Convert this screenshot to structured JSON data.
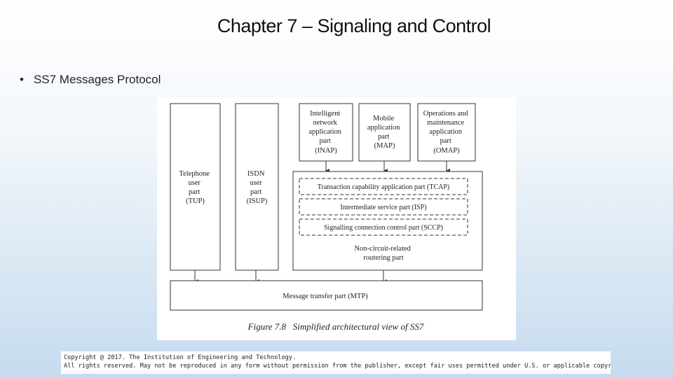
{
  "slide": {
    "title": "Chapter 7 – Signaling and Control",
    "bullet_marker": "•",
    "bullet_text": "SS7 Messages Protocol"
  },
  "diagram": {
    "tup": [
      "Telephone",
      "user",
      "part",
      "(TUP)"
    ],
    "isup": [
      "ISDN",
      "user",
      "part",
      "(ISUP)"
    ],
    "inap": [
      "Intelligent",
      "network",
      "application",
      "part",
      "(INAP)"
    ],
    "map": [
      "Mobile",
      "application",
      "part",
      "(MAP)"
    ],
    "omap": [
      "Operations and",
      "maintenance",
      "application",
      "part",
      "(OMAP)"
    ],
    "tcap": "Transaction capability application part (TCAP)",
    "isp": "Intermediate service part (ISP)",
    "sccp": "Signalling connection control part (SCCP)",
    "ncr": [
      "Non-circuit-related",
      "routering part"
    ],
    "mtp": "Message transfer part (MTP)",
    "caption": "Figure 7.8   Simplified architectural view of SS7"
  },
  "copyright": {
    "line1": "Copyright @ 2017. The Institution of Engineering and Technology.",
    "line2": "All rights reserved. May not be reproduced in any form without permission from the publisher, except fair uses permitted under U.S. or applicable copyright law."
  }
}
